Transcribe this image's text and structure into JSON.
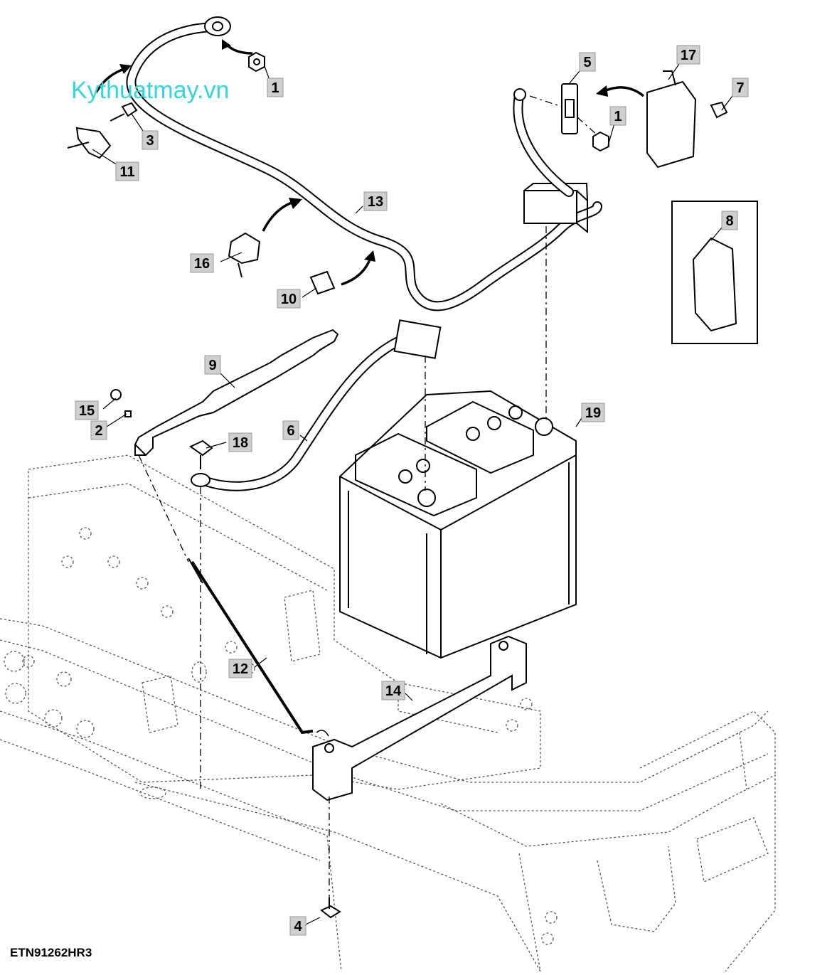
{
  "watermark": "Kythuatmay.vn",
  "figure_id": "ETN91262HR3",
  "callouts": [
    "1",
    "1",
    "2",
    "3",
    "4",
    "5",
    "6",
    "7",
    "8",
    "9",
    "10",
    "11",
    "12",
    "13",
    "14",
    "15",
    "16",
    "17",
    "18",
    "19"
  ],
  "colors": {
    "callout_fill": "#cfcfcf",
    "watermark": "#33d6e0"
  }
}
